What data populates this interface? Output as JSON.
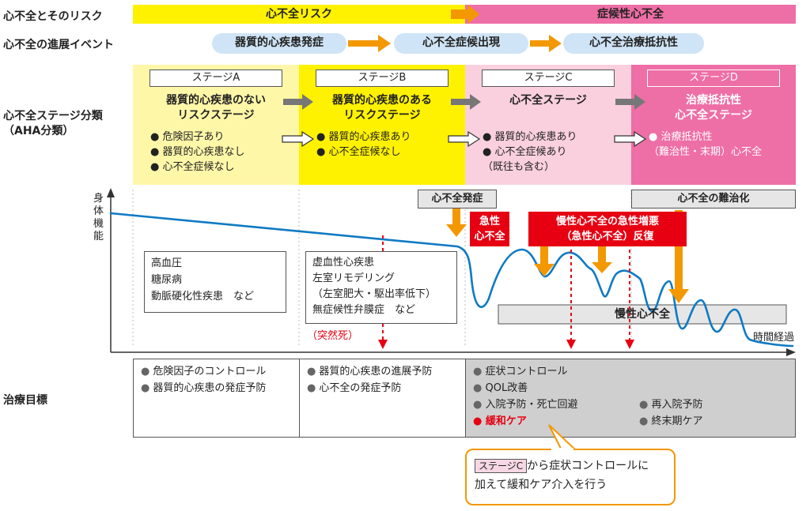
{
  "rows": {
    "risk": "心不全とそのリスク",
    "events": "心不全の進展イベント",
    "stage_line1": "心不全ステージ分類",
    "stage_line2": "（AHA分類）",
    "goals": "治療目標"
  },
  "bands": {
    "risk": "心不全リスク",
    "symptomatic": "症候性心不全"
  },
  "events": [
    "器質的心疾患発症",
    "心不全症候出現",
    "心不全治療抵抗性"
  ],
  "stages": [
    {
      "tag": "ステージA",
      "title": "器質的心疾患のない\nリスクステージ",
      "items": [
        "危険因子あり",
        "器質的心疾患なし",
        "心不全症候なし"
      ],
      "bg": "#fff7a8"
    },
    {
      "tag": "ステージB",
      "title": "器質的心疾患のある\nリスクステージ",
      "items": [
        "器質的心疾患あり",
        "心不全症候なし"
      ],
      "bg": "#fff200"
    },
    {
      "tag": "ステージC",
      "title": "心不全ステージ",
      "items": [
        "器質的心疾患あり",
        "心不全症候あり\n（既往も含む）"
      ],
      "bg": "#fad0df"
    },
    {
      "tag": "ステージD",
      "title": "治療抵抗性\n心不全ステージ",
      "items": [
        "治療抵抗性\n（難治性・末期）心不全"
      ],
      "bg": "#ee6ea6"
    }
  ],
  "chart": {
    "ylabel": "身体機能",
    "xlabel": "時間経過",
    "onset_label": "心不全発症",
    "refractory_label": "心不全の難治化",
    "acute_label": "急性\n心不全",
    "exacerbation_label": "慢性心不全の急性増悪\n（急性心不全）反復",
    "chronic_label": "慢性心不全",
    "sudden_death": "（突然死）",
    "riskbox_a": [
      "高血圧",
      "糖尿病",
      "動脈硬化性疾患　など"
    ],
    "riskbox_b": [
      "虚血性心疾患",
      "左室リモデリング",
      "（左室肥大・駆出率低下）",
      "無症候性弁膜症　など"
    ]
  },
  "goals": {
    "col1": [
      "危険因子のコントロール",
      "器質的心疾患の発症予防"
    ],
    "col2": [
      "器質的心疾患の進展予防",
      "心不全の発症予防"
    ],
    "col3_left": [
      "症状コントロール",
      "QOL改善",
      "入院予防・死亡回避"
    ],
    "col3_highlight": "緩和ケア",
    "col3_right": [
      "再入院予防",
      "終末期ケア"
    ]
  },
  "callout": {
    "tag": "ステージC",
    "line1_rest": "から症状コントロールに",
    "line2": "加えて緩和ケア介入を行う"
  },
  "colors": {
    "yellow": "#fff200",
    "pink": "#ee6ea6",
    "orange": "#f39800",
    "red": "#e60012",
    "blue": "#0f7ac3",
    "event_blue": "#cfe4f6",
    "grey_goal": "#cfcfcf"
  }
}
